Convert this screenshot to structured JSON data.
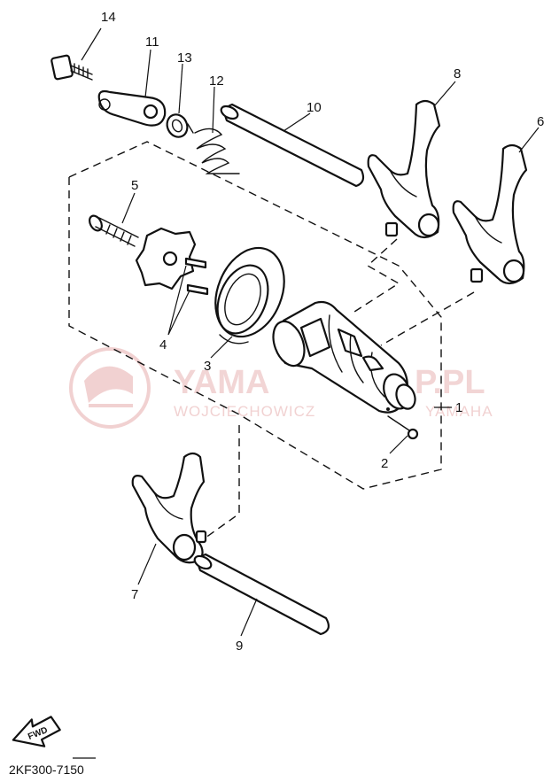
{
  "watermark": {
    "text_main": "YAMA",
    "text_main_tail": "P.PL",
    "text_sub": "WOJCIECHOWICZ",
    "text_sub_tail": "YAMAHA"
  },
  "diagram_code": "2KF300-7150",
  "fwd_label": "FWD",
  "callouts": {
    "c1": "1",
    "c2": "2",
    "c3": "3",
    "c4": "4",
    "c5": "5",
    "c6": "6",
    "c7": "7",
    "c8": "8",
    "c9": "9",
    "c10": "10",
    "c11": "11",
    "c12": "12",
    "c13": "13",
    "c14": "14"
  }
}
